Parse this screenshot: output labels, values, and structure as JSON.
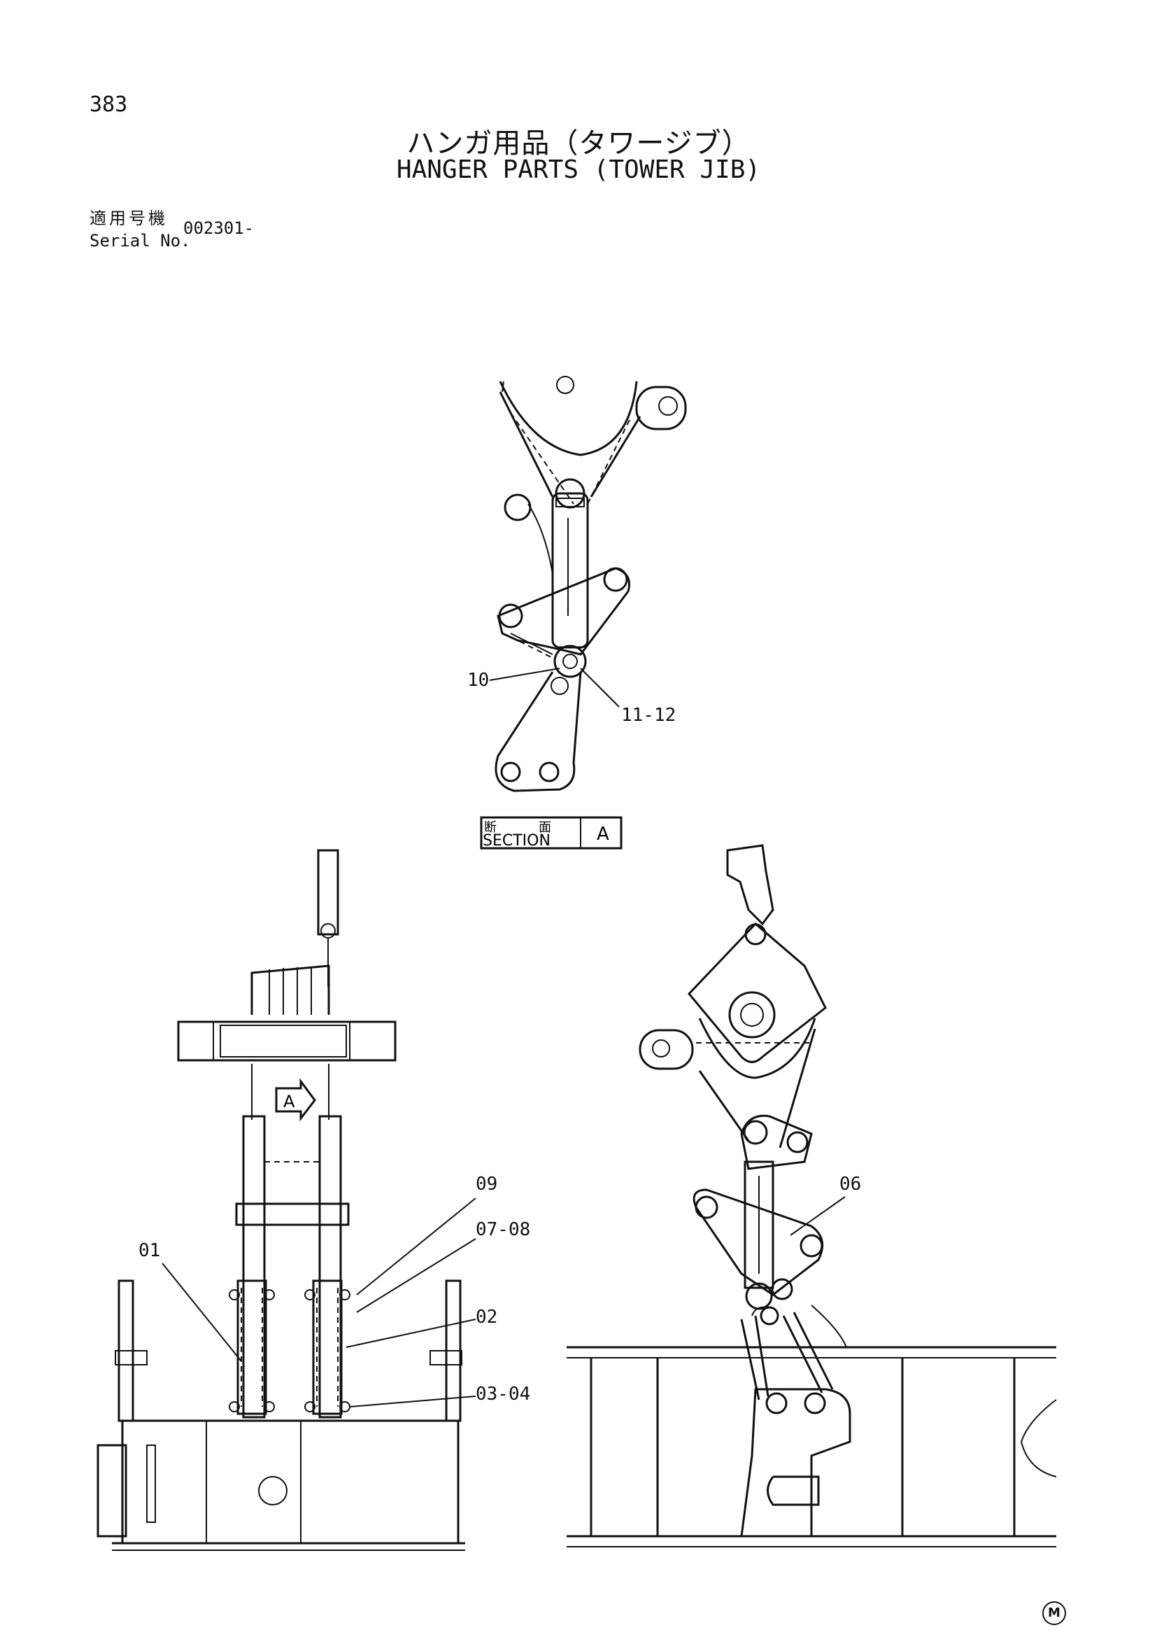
{
  "page_number": "383",
  "title_jp": "ハンガ用品（タワージブ）",
  "title_en": "HANGER PARTS (TOWER JIB)",
  "serial": {
    "label_jp": "適用号機",
    "label_en": "Serial No.",
    "value": "002301-"
  },
  "section": {
    "label_jp_1": "断",
    "label_jp_2": "面",
    "label_en": "SECTION",
    "letter": "A"
  },
  "view_arrow_letter": "A",
  "callouts": {
    "c10": "10",
    "c11_12": "11-12",
    "c09": "09",
    "c07_08": "07-08",
    "c01": "01",
    "c02": "02",
    "c03_04": "03-04",
    "c06": "06"
  },
  "mark": "M"
}
